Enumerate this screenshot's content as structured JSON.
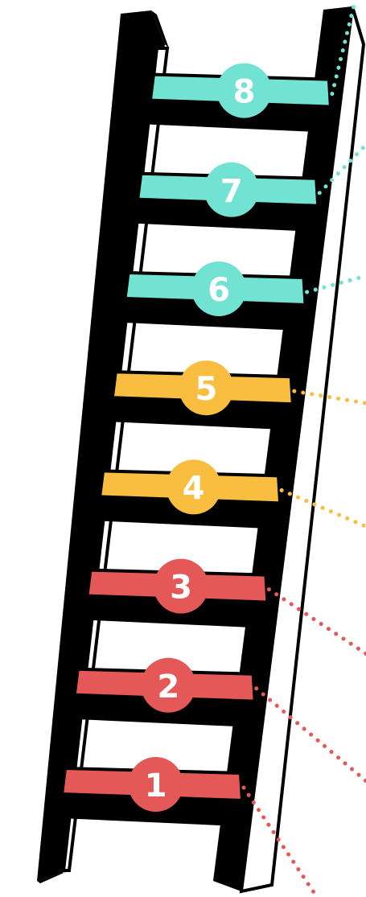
{
  "colors": {
    "outline": "#000000",
    "rail_face": "#ffffff",
    "teal": "#72e2d2",
    "yellow": "#f9bd3f",
    "red": "#e55858"
  },
  "steps": [
    {
      "number": "1",
      "color": "red"
    },
    {
      "number": "2",
      "color": "red"
    },
    {
      "number": "3",
      "color": "red"
    },
    {
      "number": "4",
      "color": "yellow"
    },
    {
      "number": "5",
      "color": "yellow"
    },
    {
      "number": "6",
      "color": "teal"
    },
    {
      "number": "7",
      "color": "teal"
    },
    {
      "number": "8",
      "color": "teal"
    }
  ]
}
